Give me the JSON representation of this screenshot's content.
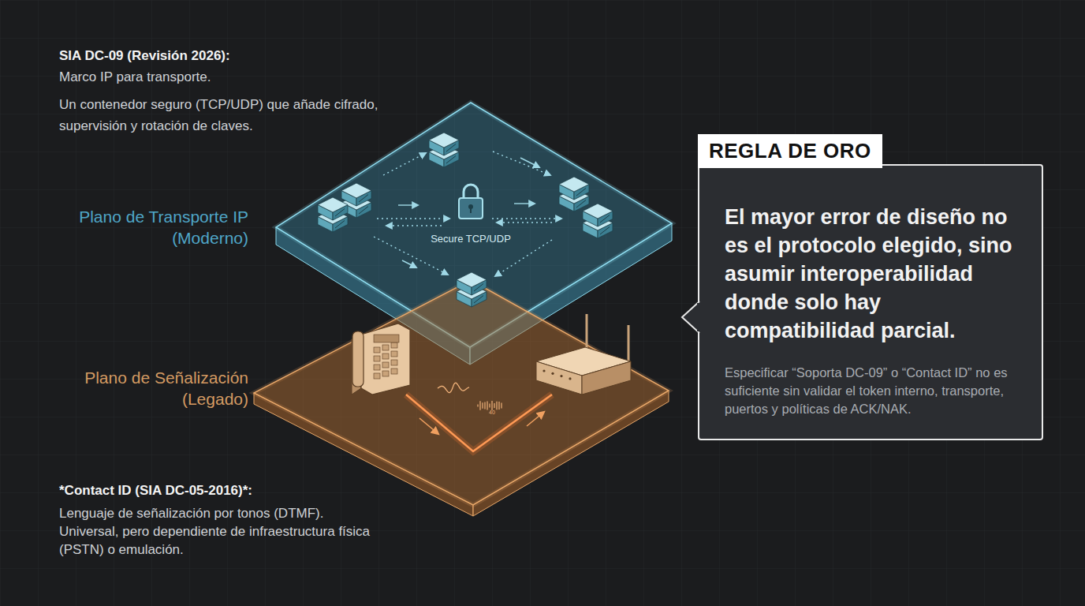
{
  "diagram": {
    "nodes": [
      {
        "text": [
          "Plano de Transporte IP (Moderno)",
          "Secure TCP/UDP"
        ]
      },
      {
        "text": [
          "Plano de Señalización (Legado)"
        ]
      },
      {
        "text": [
          "REGLA DE ORO",
          "El mayor error de diseño no es el protocolo elegido, sino asumir interoperabilidad donde solo hay compatibilidad parcial.",
          "Especificar “Soporta DC-09” o “Contact ID” no es suficiente sin validar el token interno, transporte, puertos y políticas de ACK/NAK."
        ]
      }
    ],
    "labels": [
      "SIA DC-09 (Revisión 2026):",
      "Marco IP para transporte.",
      "Un contenedor seguro (TCP/UDP) que añade cifrado, supervisión y rotación de claves.",
      "*Contact ID (SIA DC-05-2016)*:",
      "Lenguaje de señalización por tonos (DTMF). Universal, pero dependiente de infraestructura física (PSTN) o emulación.",
      "40"
    ]
  }
}
